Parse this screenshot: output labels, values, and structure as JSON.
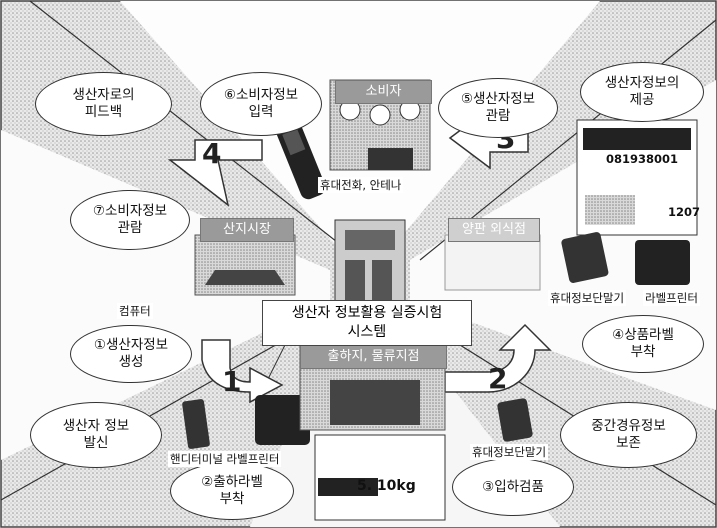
{
  "bubbles": {
    "feedback": "생산자로의\n피드백",
    "consumer_input": "⑥소비자정보\n입력",
    "consumer_view_5": "⑤생산자정보\n관람",
    "provide": "생산자정보의\n제공",
    "consumer_view_7": "⑦소비자정보\n관람",
    "generate": "①생산자정보\n생성",
    "product_label": "④상품라벨\n부착",
    "send": "생산자 정보\n발신",
    "intermediate": "중간경유정보\n보존",
    "ship_label": "②출하라벨\n부착",
    "inspect": "③입하검품"
  },
  "labels": {
    "consumer": "소비자",
    "market": "산지시장",
    "store": "양판 외식점",
    "shipping": "출하지, 물류지점"
  },
  "texts": {
    "phone_antenna": "휴대전화, 안테나",
    "computer": "컴퓨터",
    "handheld_1": "휴대정보단말기",
    "label_printer_1": "라벨프린터",
    "handy_printer": "핸디터미널 라벨프린터",
    "handheld_2": "휴대정보단말기",
    "system": "생산자 정보활용 실증시험\n시스템",
    "barcode_number": "081938001",
    "label_weight": "5. 10kg",
    "label_code": "1207"
  },
  "arrow_numbers": [
    "1",
    "2",
    "3",
    "4"
  ],
  "colors": {
    "arrow": "#ffffff",
    "outline": "#333333",
    "label_bg": "#9a9a9a"
  }
}
